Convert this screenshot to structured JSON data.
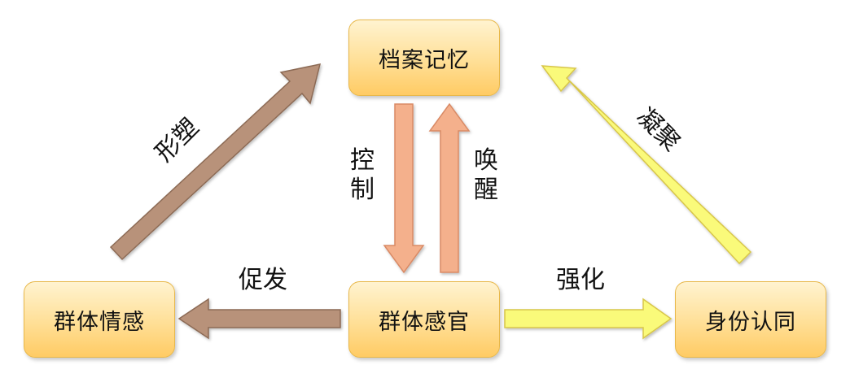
{
  "nodes": {
    "top": "档案记忆",
    "left": "群体情感",
    "center": "群体感官",
    "right": "身份认同"
  },
  "edges": {
    "shape": "形塑",
    "condense": "凝聚",
    "control": "控制",
    "awaken": "唤醒",
    "promote": "促发",
    "strengthen": "强化"
  },
  "colors": {
    "node_border": "#e8b84a",
    "node_fill_top": "#fff3d0",
    "node_fill_bottom": "#ffcb64",
    "brown_arrow": "#b8927a",
    "salmon_arrow": "#f4b08c",
    "yellow_arrow": "#fafa7a"
  }
}
